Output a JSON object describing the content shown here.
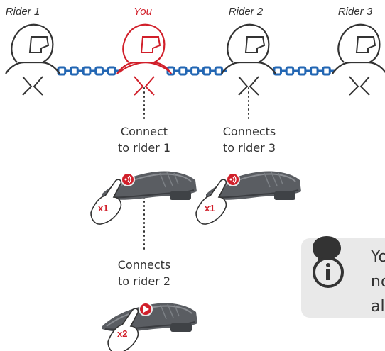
{
  "riders": [
    {
      "label": "Rider 1"
    },
    {
      "label": "You"
    },
    {
      "label": "Rider 2"
    },
    {
      "label": "Rider 3"
    }
  ],
  "steps": [
    {
      "label": "Connect\nto rider 1",
      "taps": "x1"
    },
    {
      "label": "Connects\nto rider 3",
      "taps": "x1"
    },
    {
      "label": "Connects\nto rider 2",
      "taps": "x2"
    }
  ],
  "info": {
    "text_lines": [
      "Yo",
      "no",
      "al"
    ]
  },
  "colors": {
    "accent": "#d11f2a",
    "chain": "#2266b3",
    "text": "#333333",
    "device": "#5a5d62",
    "info_bg": "#e9e9e9"
  }
}
